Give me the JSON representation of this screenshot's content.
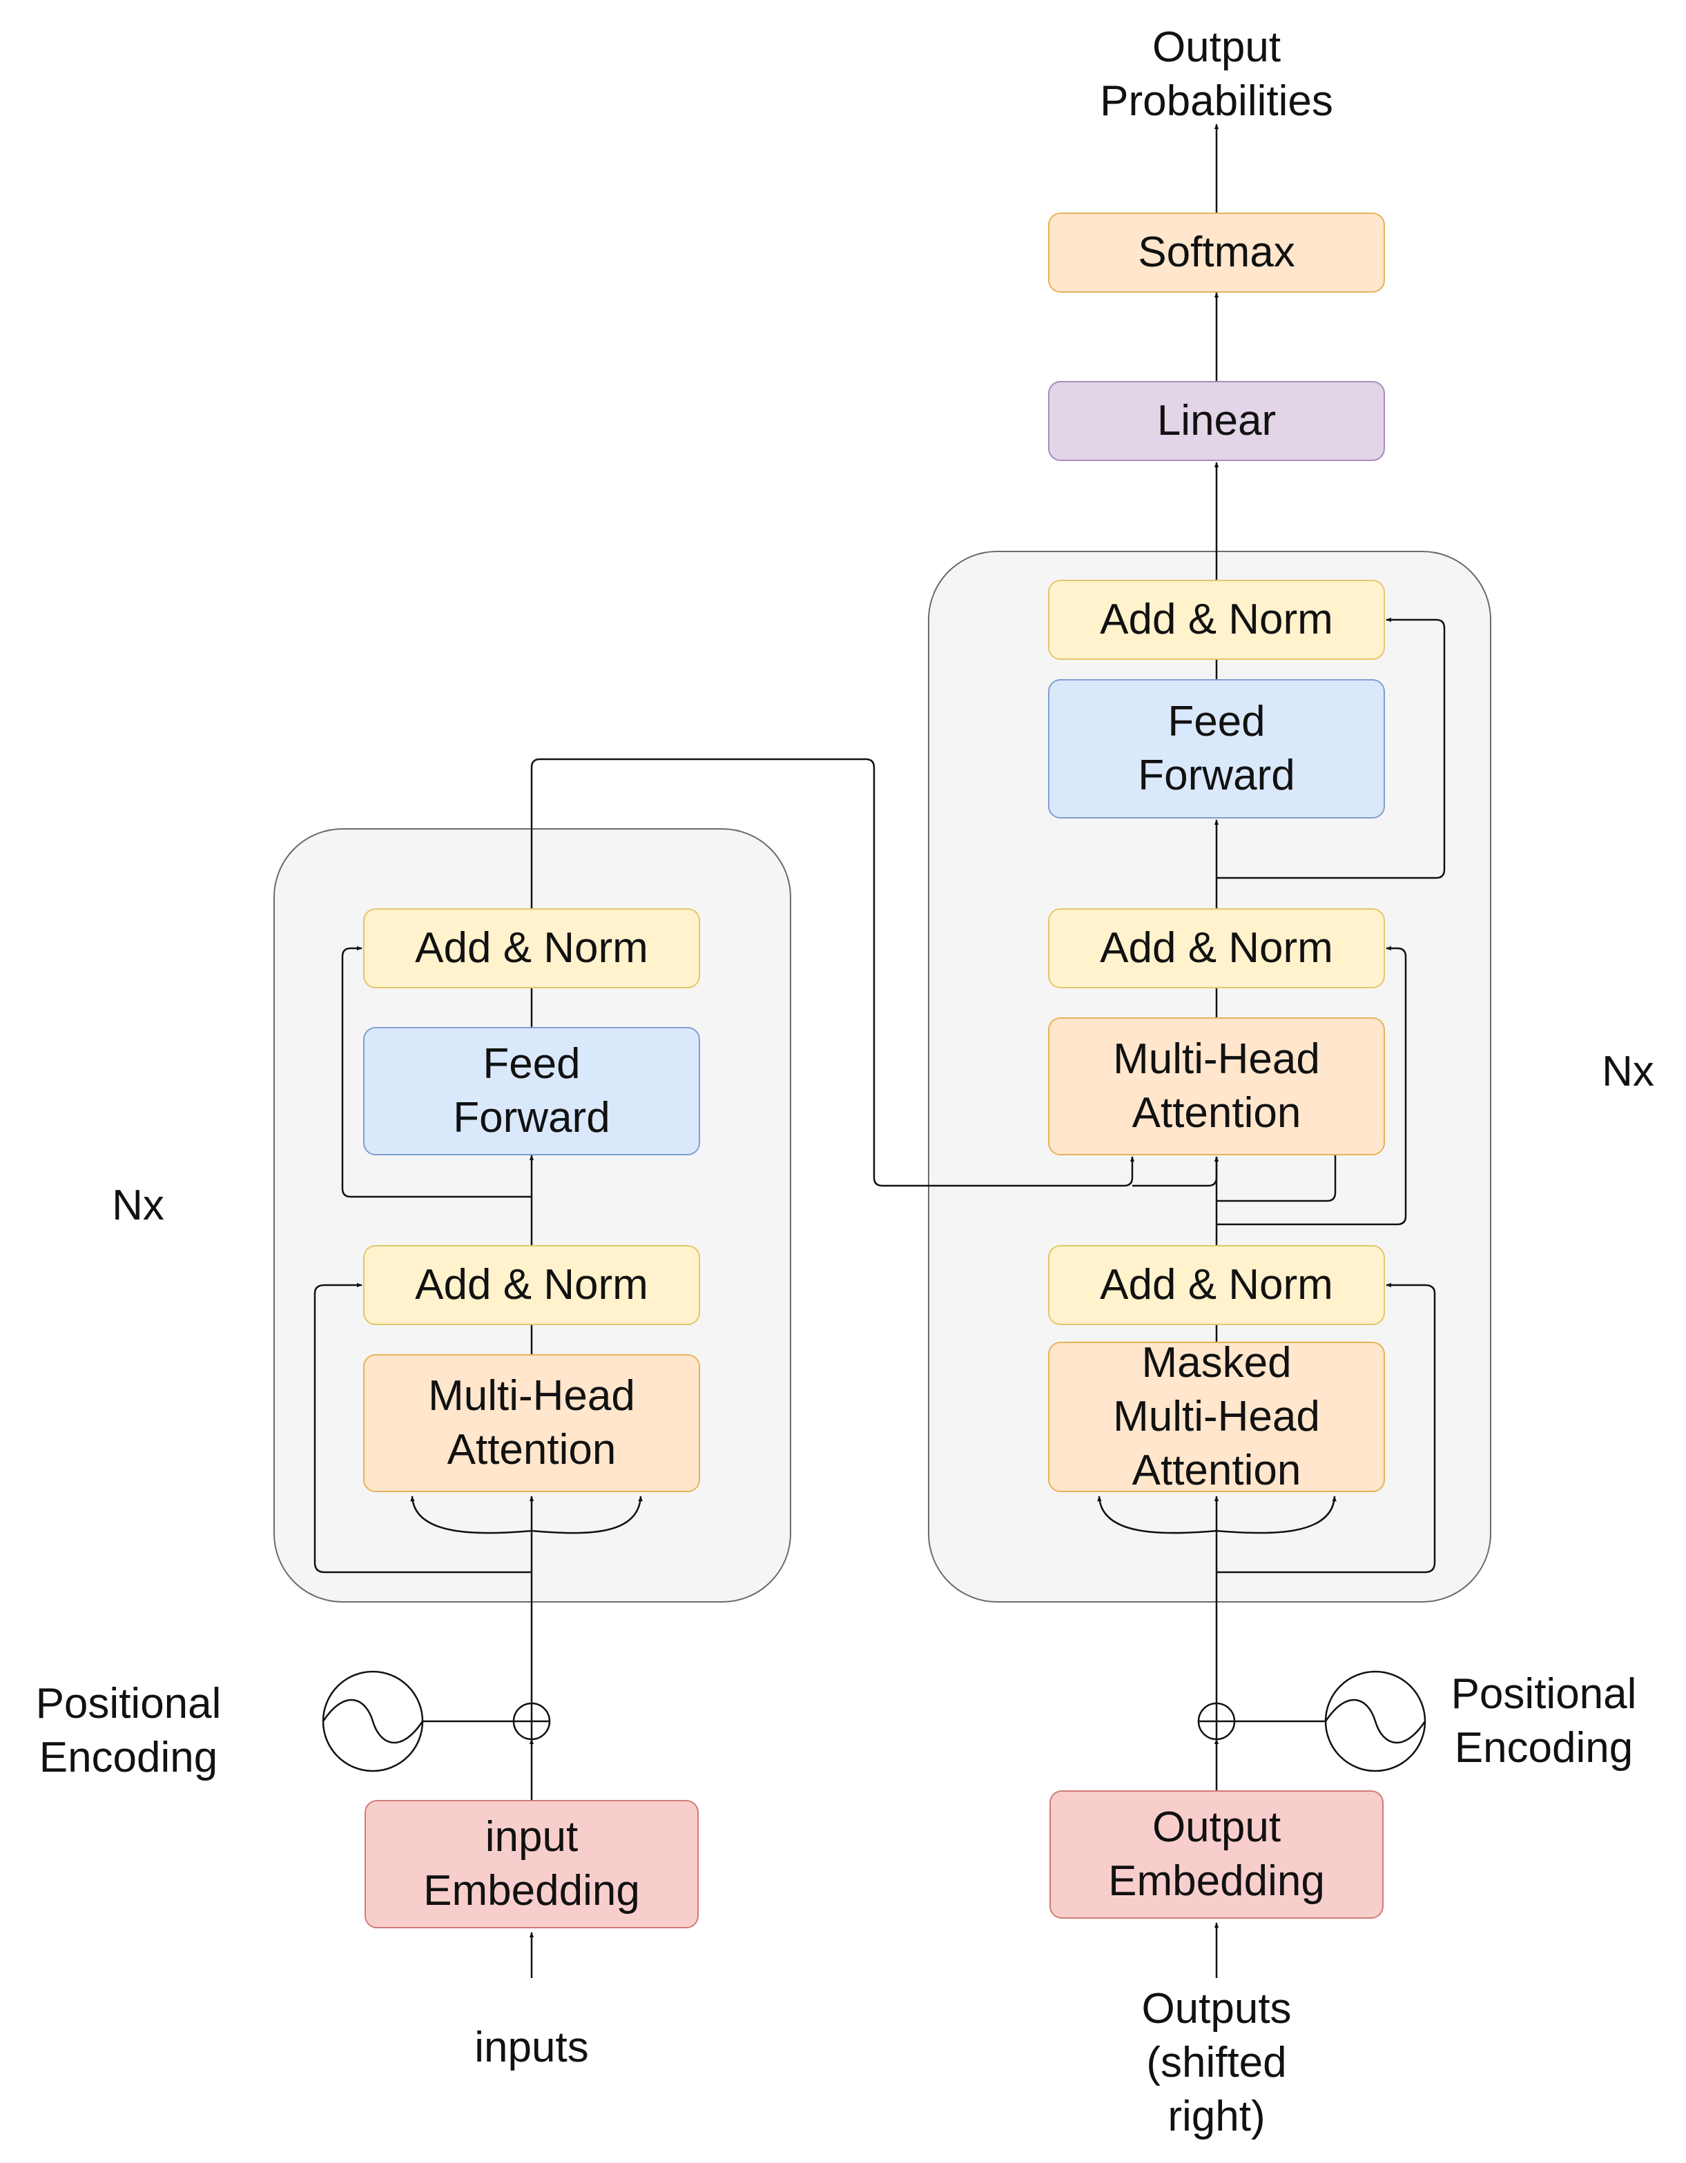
{
  "encoder": {
    "add_norm_top": "Add  &  Norm",
    "feed_forward": [
      "Feed",
      "Forward"
    ],
    "add_norm_bottom": "Add  &  Norm",
    "attention": [
      "Multi-Head",
      "Attention"
    ],
    "repeat_label": "Nx",
    "positional_encoding": [
      "Positional",
      "Encoding"
    ],
    "embedding": [
      "input",
      "Embedding"
    ],
    "input_label": "inputs"
  },
  "decoder": {
    "add_norm_top": "Add  &  Norm",
    "feed_forward": [
      "Feed",
      "Forward"
    ],
    "add_norm_middle": "Add  &  Norm",
    "cross_attention": [
      "Multi-Head",
      "Attention"
    ],
    "add_norm_bottom": "Add  &  Norm",
    "masked_attention": [
      "Masked",
      "Multi-Head",
      "Attention"
    ],
    "repeat_label": "Nx",
    "positional_encoding": [
      "Positional",
      "Encoding"
    ],
    "embedding": [
      "Output",
      "Embedding"
    ],
    "input_label": [
      "Outputs",
      "(shifted",
      "right)"
    ]
  },
  "head": {
    "linear": "Linear",
    "softmax": "Softmax",
    "output_label": [
      "Output",
      "Probabilities"
    ]
  },
  "colors": {
    "add_norm": "#fff2cc",
    "feed_forward": "#dae8fc",
    "attention": "#ffe6cc",
    "embedding": "#f8cecc",
    "linear": "#e1d5e7",
    "softmax": "#ffe6cc",
    "panel": "#f5f5f5"
  }
}
